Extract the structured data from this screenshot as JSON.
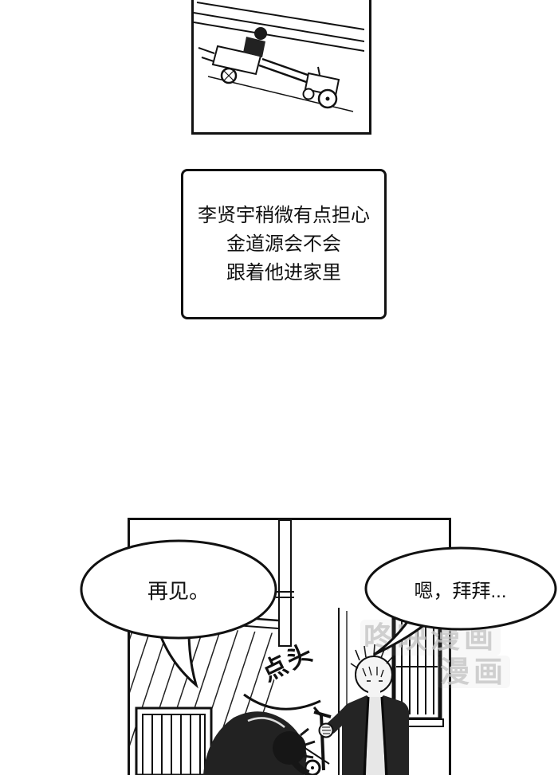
{
  "caption": {
    "lines": [
      "李贤宇稍微有点担心",
      "金道源会不会",
      "跟着他进家里"
    ]
  },
  "bubbles": {
    "left": {
      "text": "再见。"
    },
    "right": {
      "text": "嗯，拜拜..."
    }
  },
  "sfx": {
    "nod": "点头"
  },
  "watermark": {
    "line1": "咚映漫画",
    "line2": "漫画"
  },
  "colors": {
    "ink": "#111111",
    "paper": "#ffffff",
    "watermark": "#c7c7c7"
  }
}
